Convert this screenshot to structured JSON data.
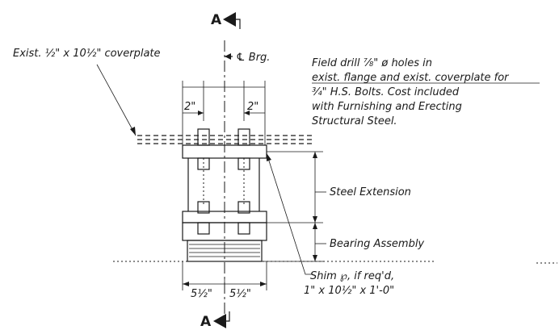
{
  "section_marks": {
    "top": "A",
    "bottom": "A"
  },
  "labels": {
    "coverplate": "Exist. ½\" x 10½\" coverplate",
    "bearing_cl": "℄ Brg.",
    "steel_extension": "Steel Extension",
    "bearing_assembly": "Bearing Assembly",
    "shim_line1": "Shim ℘, if req'd,",
    "shim_line2": "1\" x 10½\" x 1'-0\""
  },
  "note": {
    "lines": [
      "Field drill ⅞\" ø holes in",
      "exist. flange and exist. coverplate for",
      "¾\" H.S. Bolts.  Cost included",
      "with Furnishing and Erecting",
      "Structural Steel."
    ]
  },
  "dimensions": {
    "left_edge": "2\"",
    "right_edge": "2\"",
    "bottom_left": "5½\"",
    "bottom_right": "5½\""
  },
  "colors": {
    "ink": "#1a1a1a",
    "paper": "#ffffff"
  }
}
